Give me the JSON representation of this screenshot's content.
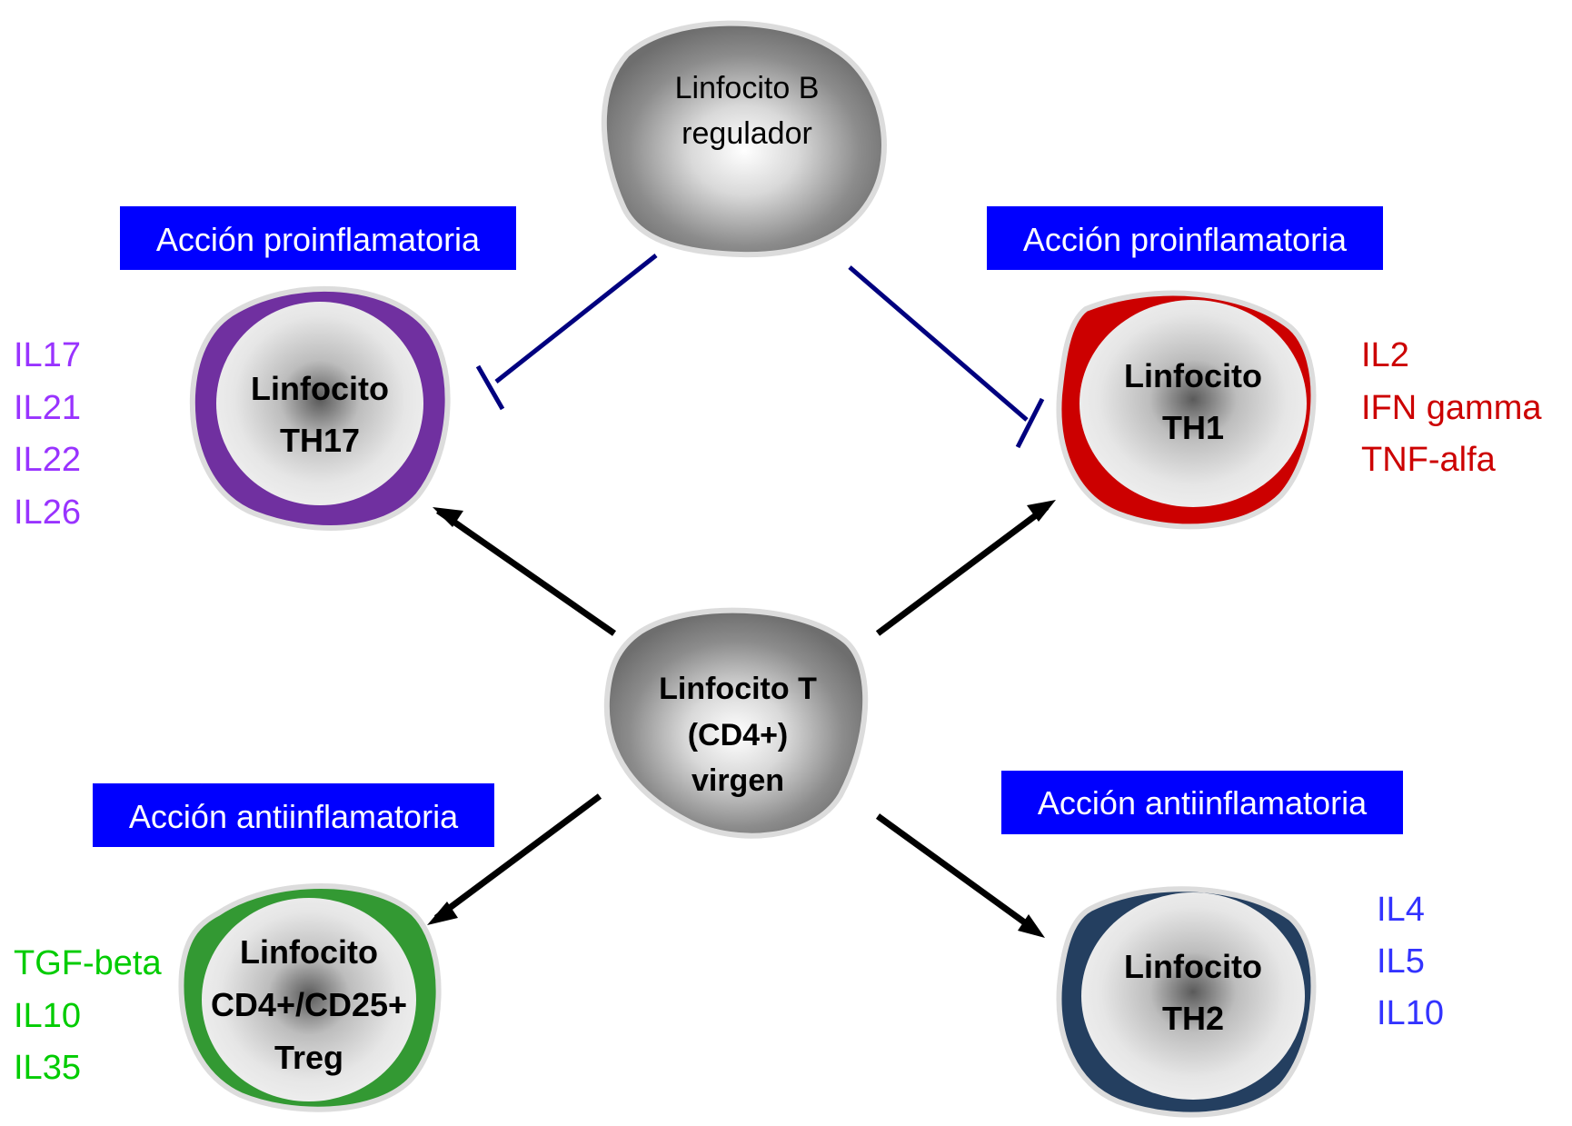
{
  "colors": {
    "th17": "#7030a0",
    "th1": "#cc0000",
    "treg": "#339933",
    "th2": "#243f60",
    "banner": "#0000ff",
    "inhibit": "#00007f",
    "arrow": "#000000",
    "cytokines_th17": "#9933ff",
    "cytokines_th1": "#cc0000",
    "cytokines_treg": "#00cc00",
    "cytokines_th2": "#3333ff"
  },
  "cells": {
    "b_reg": {
      "line1": "Linfocito B",
      "line2": "regulador"
    },
    "naive": {
      "line1": "Linfocito T",
      "line2": "(CD4+)",
      "line3": "virgen"
    },
    "th17": {
      "line1": "Linfocito",
      "line2": "TH17"
    },
    "th1": {
      "line1": "Linfocito",
      "line2": "TH1"
    },
    "treg": {
      "line1": "Linfocito",
      "line2": "CD4+/CD25+",
      "line3": "Treg"
    },
    "th2": {
      "line1": "Linfocito",
      "line2": "TH2"
    }
  },
  "banners": {
    "th17": "Acción proinflamatoria",
    "th1": "Acción proinflamatoria",
    "treg": "Acción antiinflamatoria",
    "th2": "Acción antiinflamatoria"
  },
  "cytokines": {
    "th17": [
      "IL17",
      "IL21",
      "IL22",
      "IL26"
    ],
    "th1": [
      "IL2",
      "IFN gamma",
      "TNF-alfa"
    ],
    "treg": [
      "TGF-beta",
      "IL10",
      "IL35"
    ],
    "th2": [
      "IL4",
      "IL5",
      "IL10"
    ]
  }
}
